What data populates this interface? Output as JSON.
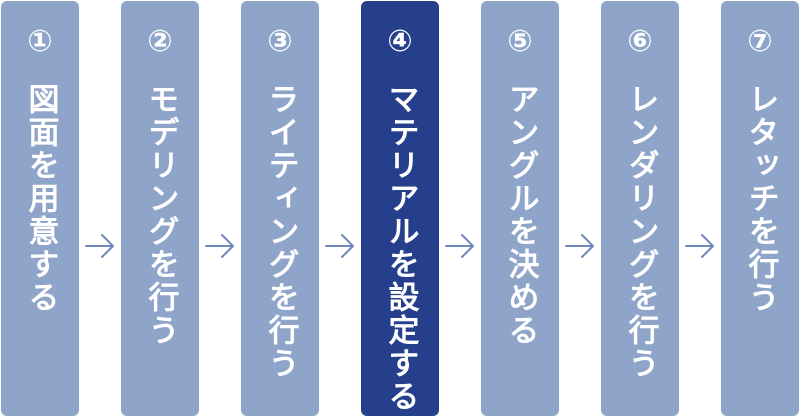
{
  "colors": {
    "step_default": "#8fa4c9",
    "step_active": "#253f8c",
    "arrow": "#6f88bb"
  },
  "steps": [
    {
      "number": "①",
      "label": "図面を用意する",
      "active": false
    },
    {
      "number": "②",
      "label": "モデリングを行う",
      "active": false
    },
    {
      "number": "③",
      "label": "ライティングを行う",
      "active": false
    },
    {
      "number": "④",
      "label": "マテリアルを設定する",
      "active": true
    },
    {
      "number": "⑤",
      "label": "アングルを決める",
      "active": false
    },
    {
      "number": "⑥",
      "label": "レンダリングを行う",
      "active": false
    },
    {
      "number": "⑦",
      "label": "レタッチを行う",
      "active": false
    }
  ],
  "connector_icon": "arrow-right-icon"
}
